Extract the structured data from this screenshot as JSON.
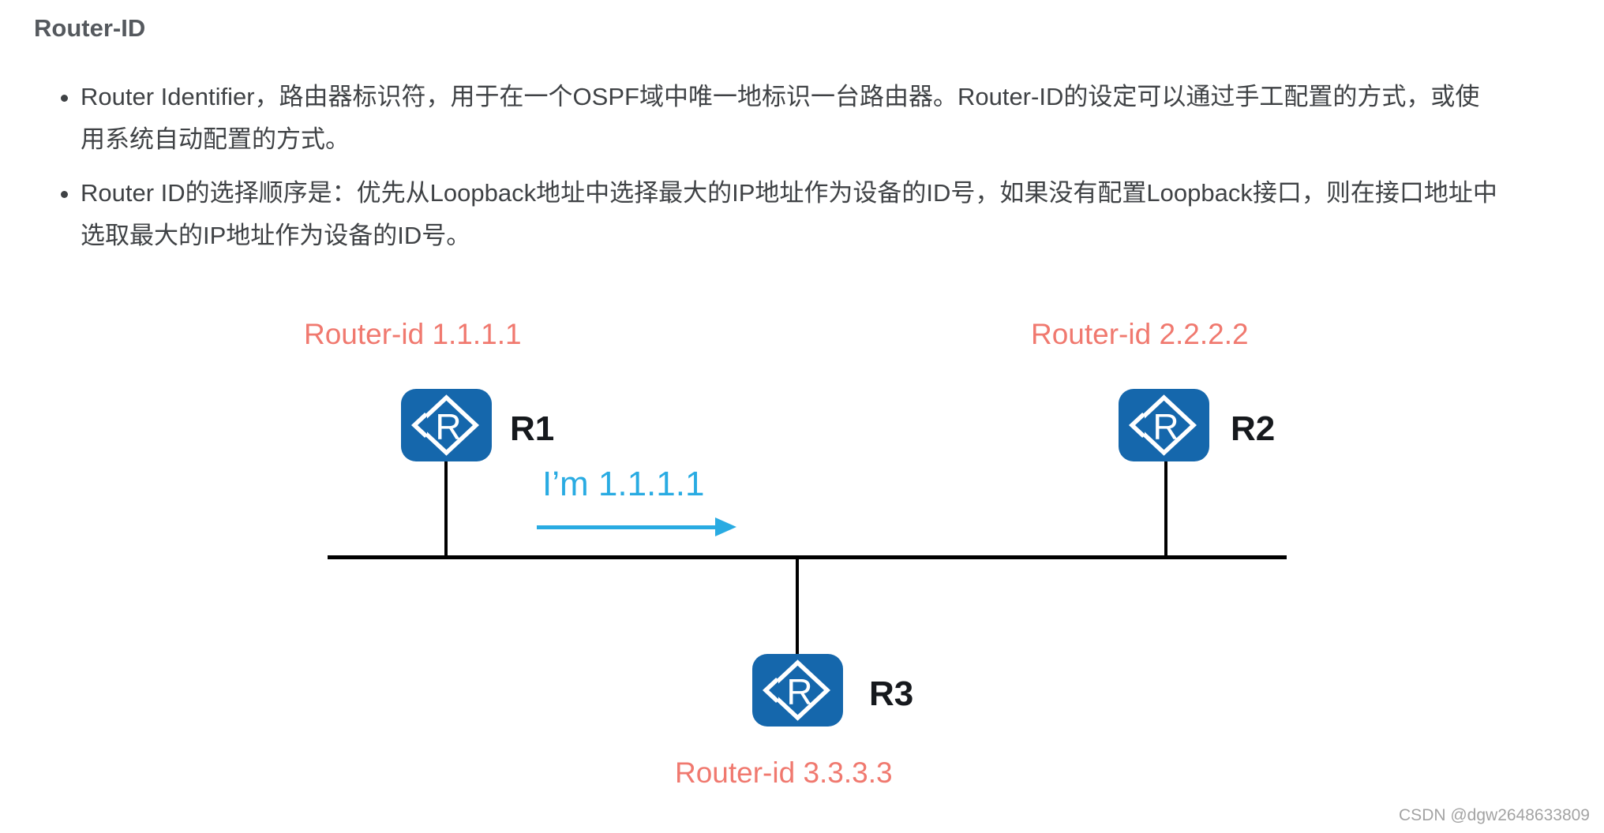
{
  "title": "Router-ID",
  "bullets": [
    {
      "lines": [
        "Router Identifier，路由器标识符，用于在一个OSPF域中唯一地标识一台路由器。Router-ID的设定可以通过手工配置的方式，或使",
        "用系统自动配置的方式。"
      ]
    },
    {
      "lines": [
        "Router ID的选择顺序是：优先从Loopback地址中选择最大的IP地址作为设备的ID号，如果没有配置Loopback接口，则在接口地址中",
        "选取最大的IP地址作为设备的ID号。"
      ]
    }
  ],
  "diagram": {
    "routers": [
      {
        "name": "R1",
        "router_id_label": "Router-id 1.1.1.1"
      },
      {
        "name": "R2",
        "router_id_label": "Router-id 2.2.2.2"
      },
      {
        "name": "R3",
        "router_id_label": "Router-id 3.3.3.3"
      }
    ],
    "announcement": "I’m 1.1.1.1",
    "colors": {
      "router_blue": "#1567ac",
      "id_salmon": "#f0796f",
      "ann_blue": "#29abe2",
      "line_black": "#000000",
      "text_title": "#55595e",
      "text_body": "#3f4245",
      "wm_gray": "#a3a3a3"
    }
  },
  "watermark": "CSDN @dgw2648633809"
}
